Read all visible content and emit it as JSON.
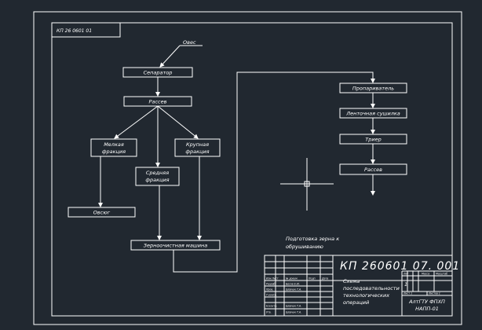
{
  "corner_stamp": "КП 26 0601 01",
  "flow": {
    "input": "Овес",
    "separator": "Сепаратор",
    "sieve1": "Рассев",
    "fine1": "Мелкая",
    "fine2": "фракция",
    "coarse1": "Крупная",
    "coarse2": "фракция",
    "medium1": "Средняя",
    "medium2": "фракция",
    "oats_out": "Овсюг",
    "grain_machine": "Зерноочистная машина",
    "steamer": "Пропариватель",
    "dryer": "Ленточная сушилка",
    "mill": "Триер",
    "sieve2": "Рассев"
  },
  "note": {
    "line1": "Подготовка зерна к",
    "line2": "обрушиванию"
  },
  "title_block": {
    "doc_code": "КП 260601 07. 001",
    "desc": [
      "Схема",
      "последовательности",
      "технологических",
      "операций"
    ],
    "org1": "АлтГТУ ФПХП",
    "org2": "НАПП-01",
    "col_headers": [
      "Лит",
      "Масса",
      "Масштаб"
    ],
    "sheet": "Лист 1",
    "sheets": "Листов 1",
    "scale": "1",
    "row_labels": [
      "Изм Лист",
      "Разраб.",
      "Пров.",
      "Т.контр.",
      "Н.контр.",
      "Утв."
    ],
    "names": [
      "№ докум",
      "Бесов Е.Ю.",
      "Шевчук Т.А.",
      "",
      "Шевчук Т.А.",
      "Шевчук Т.А."
    ],
    "head_extra": [
      "Подп",
      "Дата"
    ]
  },
  "colors": {
    "background": "#212830",
    "lines": "#ffffff"
  }
}
